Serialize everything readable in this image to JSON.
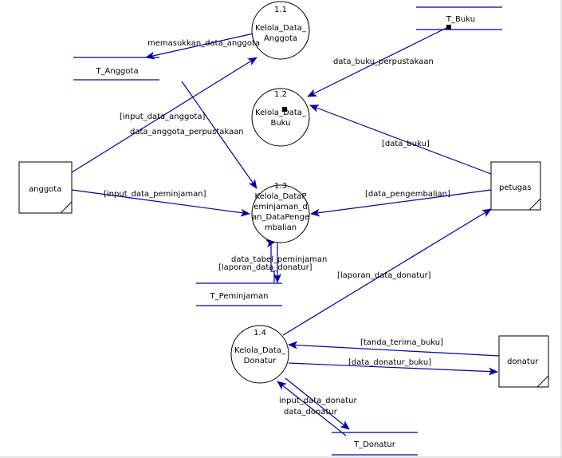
{
  "colors": {
    "flow": "#0000a8",
    "outline": "#000000",
    "background": "#ffffff"
  },
  "processes": {
    "p1": {
      "number": "1.1",
      "line1": "Kelola_Data_",
      "line2": "Anggota"
    },
    "p2": {
      "number": "1.2",
      "line1": "Kelola_Data_",
      "line2": "Buku"
    },
    "p3": {
      "number": "1.3",
      "line1": "Kelola_DataP",
      "line2": "eminjaman_d",
      "line3": "an_DataPenge",
      "line4": "mbalian"
    },
    "p4": {
      "number": "1.4",
      "line1": "Kelola_Data_",
      "line2": "Donatur"
    }
  },
  "entities": {
    "anggota": "anggota",
    "petugas": "petugas",
    "donatur": "donatur"
  },
  "stores": {
    "anggota": "T_Anggota",
    "buku": "T_Buku",
    "peminjaman": "T_Peminjaman",
    "donatur": "T_Donatur"
  },
  "flows": {
    "memasukkan_data_anggota": "memasukkan_data_anggota",
    "data_buku_perpustakaan": "data_buku_perpustakaan",
    "input_data_anggota": "[input_data_anggota]",
    "data_anggota_perpustakaan": "data_anggota_perpustakaan",
    "data_buku": "[data_buku]",
    "input_data_peminjaman": "[input_data_peminjaman]",
    "data_pengembalian": "[data_pengembalian]",
    "data_tabel_peminjaman": "data_tabel_peminjaman",
    "laporan_data_donatur_1": "[laporan_data_donatur]",
    "laporan_data_donatur_2": "[laporan_data_donatur]",
    "tanda_terima_buku": "[tanda_terima_buku]",
    "data_donatur_buku": "[data_donatur_buku]",
    "input_data_donatur": "input_data_donatur",
    "data_donatur": "data_donatur"
  }
}
